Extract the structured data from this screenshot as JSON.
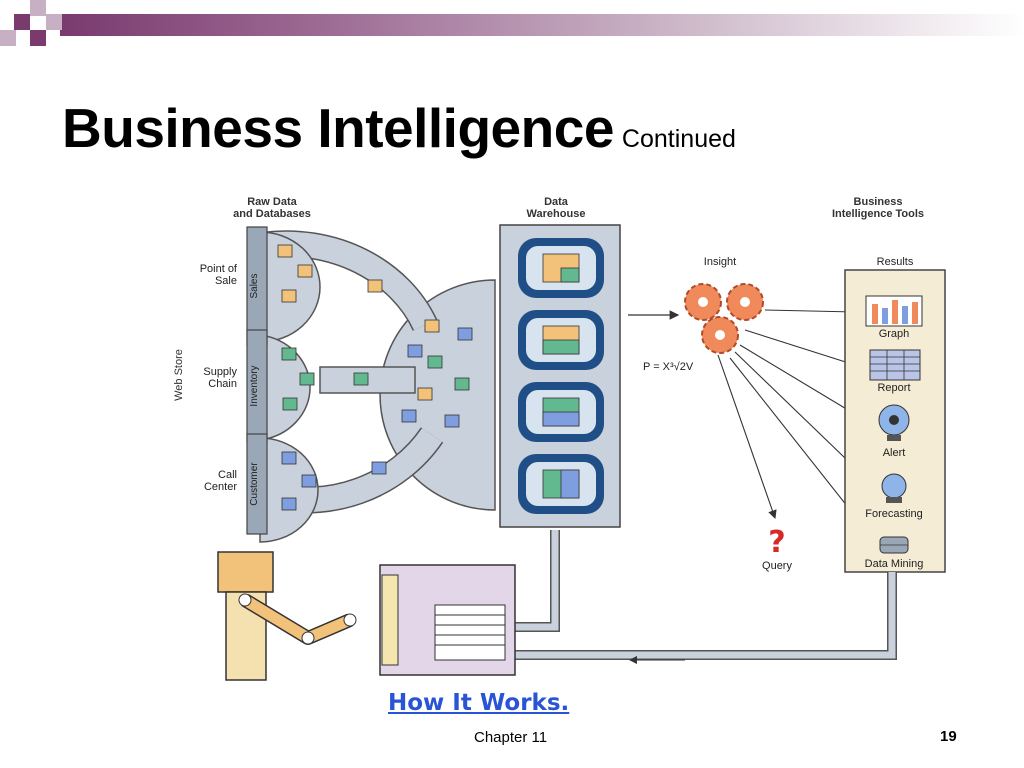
{
  "slide": {
    "title": "Business Intelligence",
    "subtitle": "Continued",
    "footer": "Chapter 11",
    "page_number": "19",
    "accent_color": "#7a3a6e"
  },
  "diagram": {
    "header_raw_line1": "Raw Data",
    "header_raw_line2": "and Databases",
    "header_dw_line1": "Data",
    "header_dw_line2": "Warehouse",
    "header_bi_line1": "Business",
    "header_bi_line2": "Intelligence Tools",
    "web_store": "Web Store",
    "sources": [
      {
        "label_line1": "Point of",
        "label_line2": "Sale",
        "db": "Sales"
      },
      {
        "label_line1": "Supply",
        "label_line2": "Chain",
        "db": "Inventory"
      },
      {
        "label_line1": "Call",
        "label_line2": "Center",
        "db": "Customer"
      }
    ],
    "insight": "Insight",
    "formula": "P = X³√2V",
    "query": "Query",
    "results_title": "Results",
    "results": [
      "Graph",
      "Report",
      "Alert",
      "Forecasting",
      "Data Mining"
    ],
    "caption": "How It Works."
  }
}
